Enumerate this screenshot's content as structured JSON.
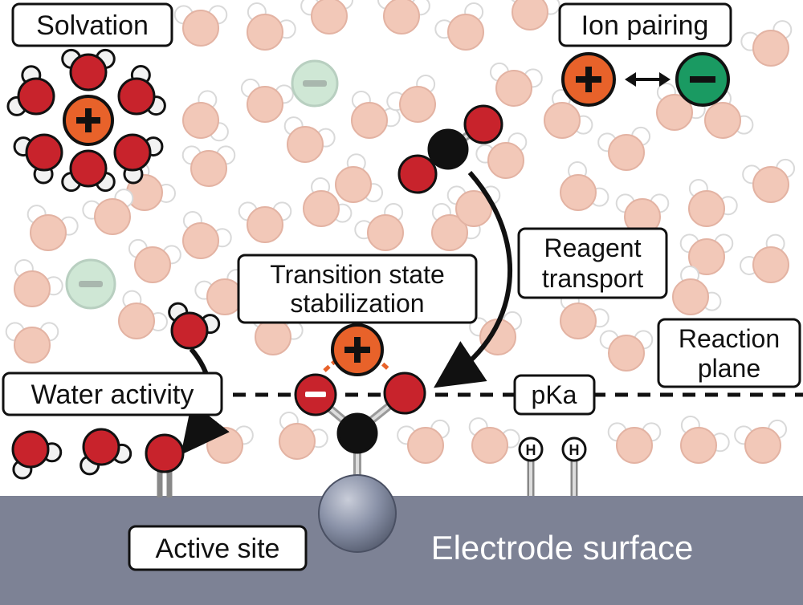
{
  "labels": {
    "solvation": "Solvation",
    "ion_pairing": "Ion pairing",
    "reagent_transport": [
      "Reagent",
      "transport"
    ],
    "transition_state": [
      "Transition state",
      "stabilization"
    ],
    "reaction_plane": [
      "Reaction",
      "plane"
    ],
    "water_activity": "Water activity",
    "pka": "pKa",
    "active_site": "Active site",
    "electrode_surface": "Electrode surface",
    "hydrogen": "H"
  },
  "colors": {
    "oxygen": "#c8232c",
    "hydrogen": "#f2f2f2",
    "carbon": "#111111",
    "cation": "#e8622a",
    "anion": "#1a9a62",
    "faded_water": "#f2c8b8",
    "faded_anion": "#cfe7d5",
    "electrode": "#7d8295",
    "adsorbate": "#8a92a8"
  },
  "icons": {
    "cation": "plus-sign",
    "anion": "minus-sign",
    "exchange": "double-arrow",
    "pathway": "curved-arrow"
  }
}
